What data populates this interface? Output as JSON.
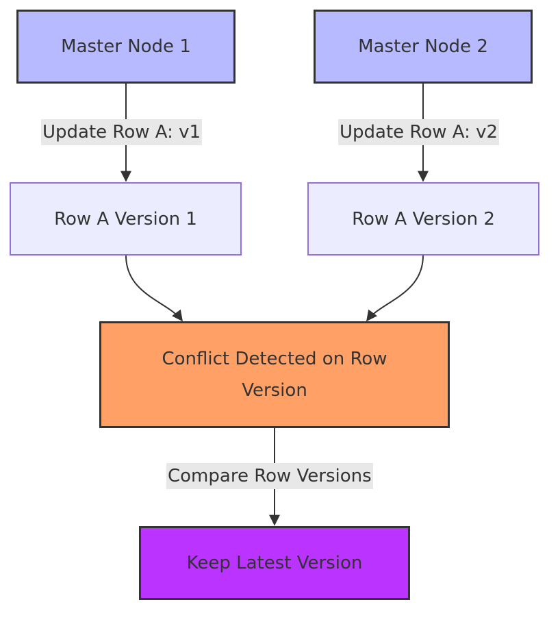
{
  "nodes": {
    "master1": "Master Node 1",
    "master2": "Master Node 2",
    "row1": "Row A Version 1",
    "row2": "Row A Version 2",
    "conflict_line1": "Conflict Detected on Row",
    "conflict_line2": "Version",
    "keep": "Keep Latest Version"
  },
  "edges": {
    "m1_to_r1": "Update Row A: v1",
    "m2_to_r2": "Update Row A: v2",
    "conflict_to_keep": "Compare Row Versions"
  },
  "colors": {
    "master_fill": "#b8baff",
    "row_fill": "#ececff",
    "row_border": "#9370db",
    "conflict_fill": "#ffa066",
    "keep_fill": "#bb33ff",
    "edge_label_bg": "#e8e8e8",
    "line": "#333333"
  }
}
